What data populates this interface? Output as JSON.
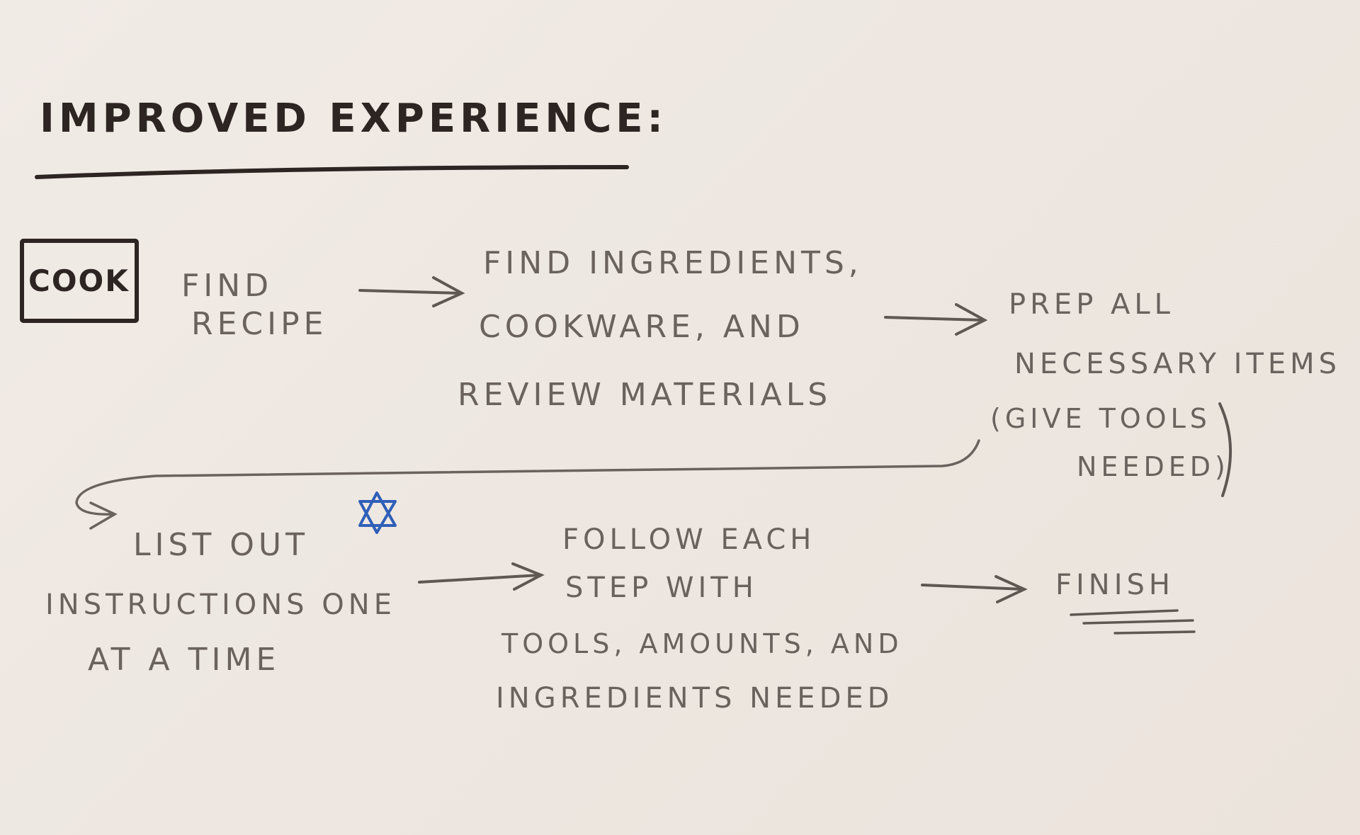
{
  "title": "IMPROVED EXPERIENCE:",
  "label": "COOK",
  "steps": [
    {
      "line1": "FIND",
      "line2": "RECIPE"
    },
    {
      "line1": "FIND INGREDIENTS,",
      "line2": "COOKWARE, AND",
      "line3": "REVIEW MATERIALS"
    },
    {
      "line1": "PREP ALL",
      "line2": "NECESSARY ITEMS",
      "line3": "(GIVE TOOLS",
      "line4": "NEEDED)"
    },
    {
      "line1": "LIST OUT",
      "line2": "INSTRUCTIONS ONE",
      "line3": "AT A TIME"
    },
    {
      "line1": "FOLLOW EACH",
      "line2": "STEP WITH",
      "line3": "TOOLS, AMOUNTS, AND",
      "line4": "INGREDIENTS NEEDED"
    },
    {
      "line1": "FINISH"
    }
  ],
  "colors": {
    "ink": "#2c2522",
    "pencil": "#6a625c",
    "star": "#2f5fb8",
    "paper": "#efe8e2"
  },
  "icons": {
    "star": "star-icon"
  }
}
